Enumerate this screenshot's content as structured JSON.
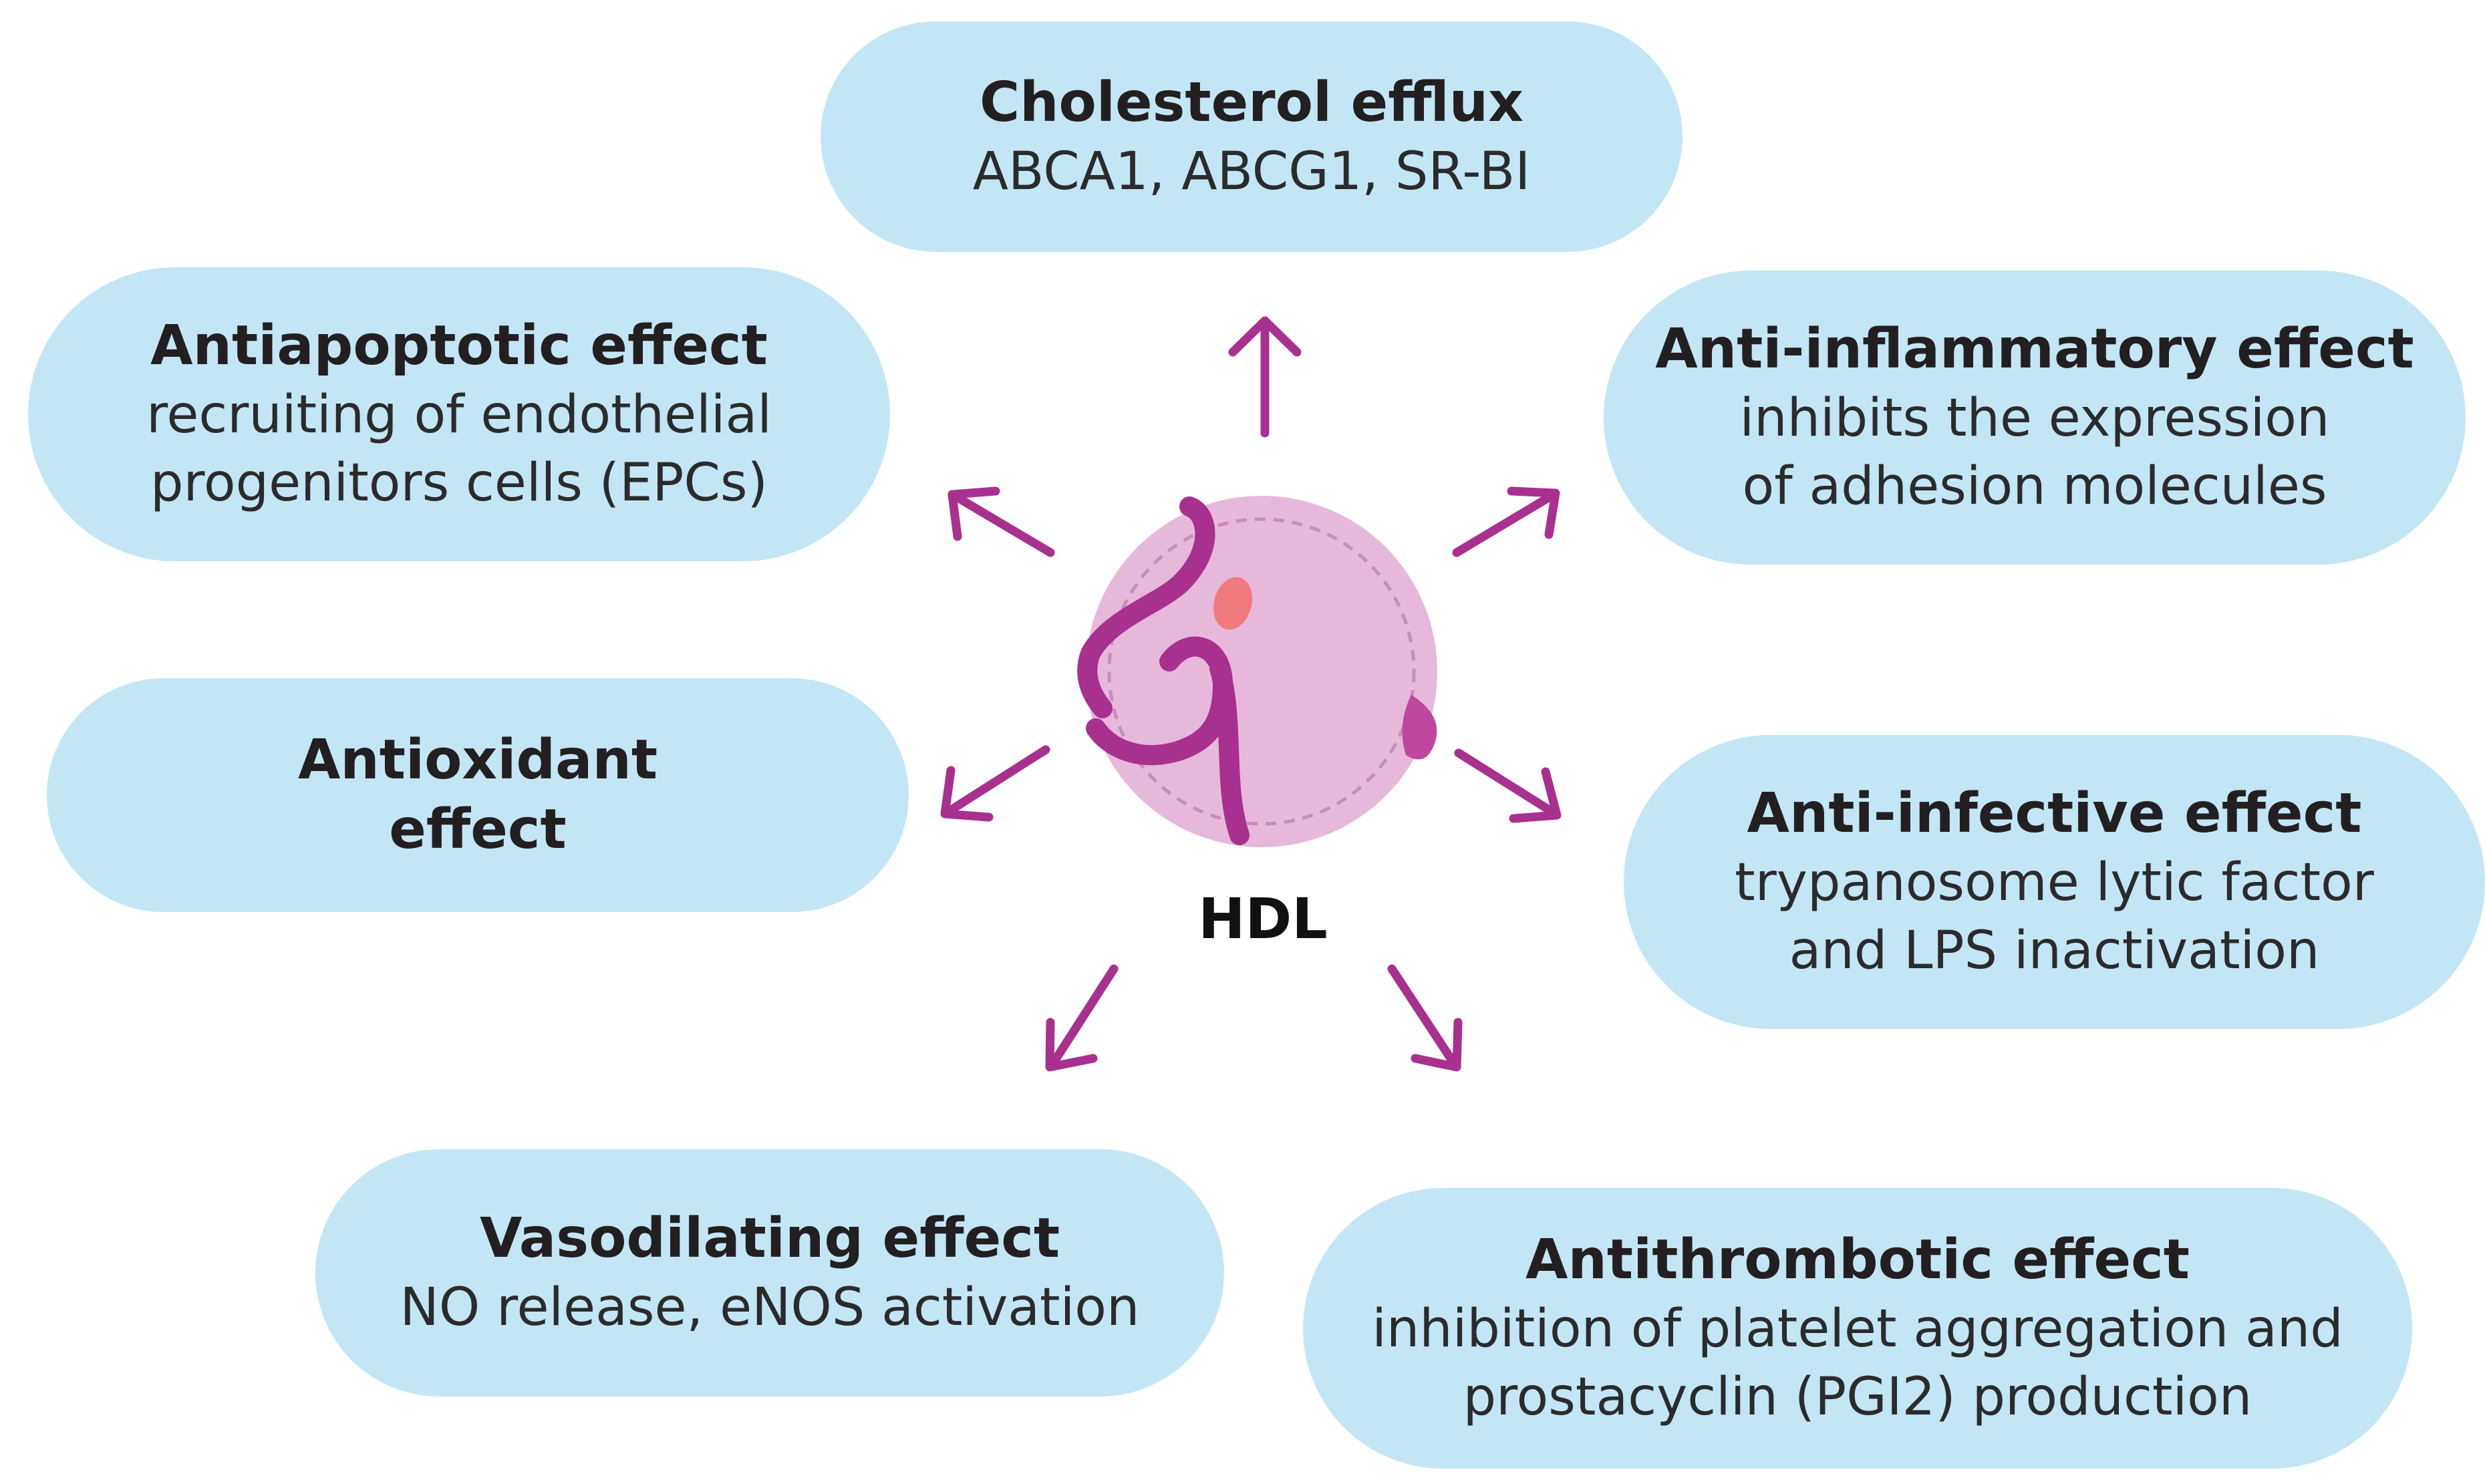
{
  "center": {
    "label": "HDL"
  },
  "effects": {
    "cholesterol": {
      "title": "Cholesterol efflux",
      "lines": [
        "ABCA1, ABCG1, SR-BI"
      ]
    },
    "antiapoptotic": {
      "title": "Antiapoptotic effect",
      "lines": [
        "recruiting of endothelial",
        "progenitors cells (EPCs)"
      ]
    },
    "antiinflammatory": {
      "title": "Anti-inflammatory effect",
      "lines": [
        "inhibits the expression",
        "of adhesion molecules"
      ]
    },
    "antioxidant": {
      "title": "Antioxidant",
      "lines": [
        "effect"
      ]
    },
    "antiinfective": {
      "title": "Anti-infective effect",
      "lines": [
        "trypanosome lytic factor",
        "and LPS inactivation"
      ]
    },
    "vasodilating": {
      "title": "Vasodilating effect",
      "lines": [
        "NO release, eNOS activation"
      ]
    },
    "antithrombotic": {
      "title": "Antithrombotic effect",
      "lines": [
        "inhibition of platelet aggregation and",
        "prostacyclin (PGI2) production"
      ]
    }
  },
  "colors": {
    "box_fill": "#c3e6f5",
    "arrow": "#a8308f",
    "particle_fill": "#e6b8da",
    "particle_outline": "#c98cbd",
    "apoprotein": "#a8308f",
    "lipid_spot": "#f07a7e"
  }
}
